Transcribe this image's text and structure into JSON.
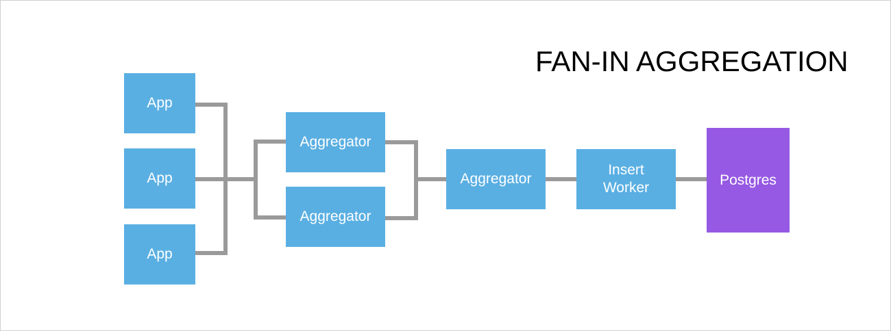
{
  "title": "FAN-IN AGGREGATION",
  "colors": {
    "node_blue": "#5aafe2",
    "node_purple": "#9659e3",
    "connector": "#9a9a9a"
  },
  "nodes": {
    "app_1": "App",
    "app_2": "App",
    "app_3": "App",
    "aggregator_top": "Aggregator",
    "aggregator_bottom": "Aggregator",
    "aggregator_final": "Aggregator",
    "insert_worker": "Insert\nWorker",
    "postgres": "Postgres"
  }
}
